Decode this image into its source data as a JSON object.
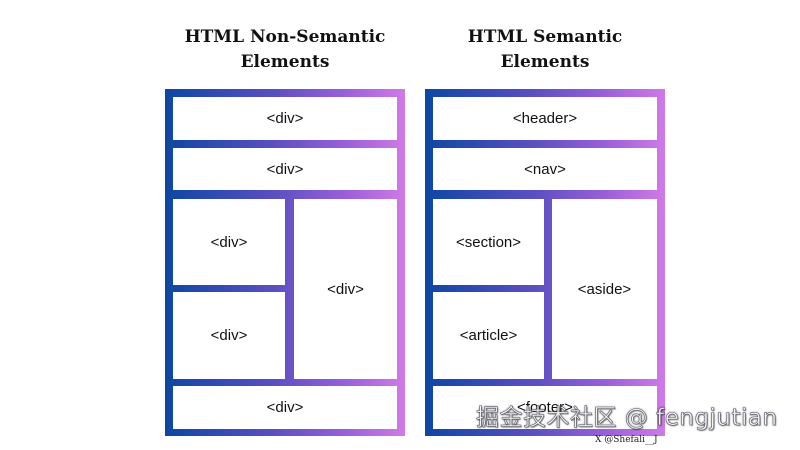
{
  "left_diagram": {
    "title_line1": "HTML Non-Semantic",
    "title_line2": "Elements",
    "boxes": {
      "row1": "<div>",
      "row2": "<div>",
      "left_top": "<div>",
      "left_bottom": "<div>",
      "side": "<div>",
      "footer": "<div>"
    }
  },
  "right_diagram": {
    "title_line1": "HTML Semantic",
    "title_line2": "Elements",
    "boxes": {
      "header": "<header>",
      "nav": "<nav>",
      "section": "<section>",
      "article": "<article>",
      "aside": "<aside>",
      "footer": "<footer>"
    }
  },
  "colors": {
    "gradient_start": "#0d47a1",
    "gradient_end": "#d07ae6"
  },
  "watermark": "掘金技术社区 @ fengjutian",
  "credit": "X @Shefali__J"
}
